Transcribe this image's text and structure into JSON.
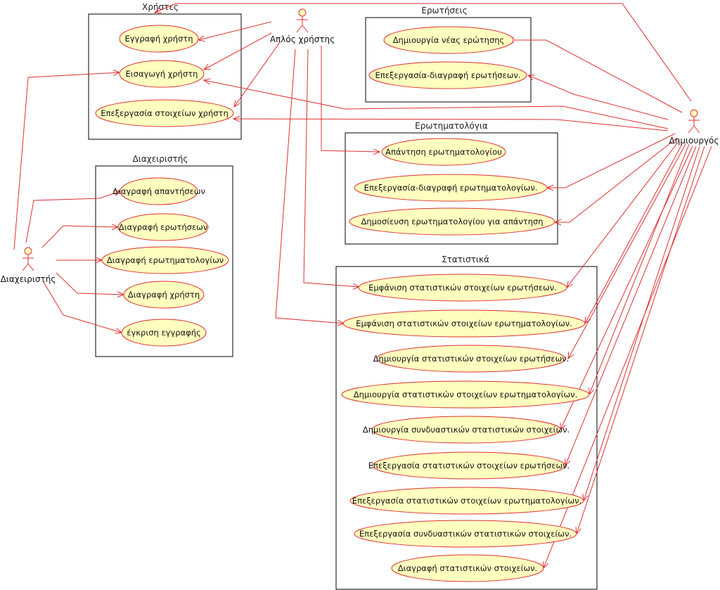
{
  "packages": [
    {
      "id": "users",
      "title": "Χρήστες"
    },
    {
      "id": "admin",
      "title": "Διαχειριστής"
    },
    {
      "id": "questions",
      "title": "Ερωτήσεις"
    },
    {
      "id": "questionnaires",
      "title": "Ερωτηματολόγια"
    },
    {
      "id": "stats",
      "title": "Στατιστικά"
    }
  ],
  "actors": [
    {
      "id": "simple",
      "label": "Απλός χρήστης"
    },
    {
      "id": "admin",
      "label": "Διαχειριστής"
    },
    {
      "id": "creator",
      "label": "Δημιουργός"
    }
  ],
  "use_cases": [
    {
      "id": "register",
      "label": "Εγγραφή χρήστη"
    },
    {
      "id": "login",
      "label": "Εισαγωγή χρήστη"
    },
    {
      "id": "edit_user",
      "label": "Επεξεργασία στοιχείων χρήστη"
    },
    {
      "id": "del_answers",
      "label": "Διαγραφή απαντήσεων"
    },
    {
      "id": "del_questions",
      "label": "Διαγραφή ερωτήσεων"
    },
    {
      "id": "del_questionnaires",
      "label": "Διαγραφή ερωτηματολογίων"
    },
    {
      "id": "del_user",
      "label": "Διαγραφή χρήστη"
    },
    {
      "id": "approve_reg",
      "label": "έγκριση εγγραφής"
    },
    {
      "id": "new_question",
      "label": "Δημιουργία νέας ερώτησης"
    },
    {
      "id": "edit_questions",
      "label": "Επεξεργασία-διαγραφή ερωτήσεων."
    },
    {
      "id": "answer_q",
      "label": "Απάντηση ερωτηματολογίου"
    },
    {
      "id": "edit_q",
      "label": "Επεξεργασία-διαγραφή ερωτηματολογίων."
    },
    {
      "id": "publish_q",
      "label": "Δημοσίευση ερωτηματολογίου για απάντηση"
    },
    {
      "id": "show_stats_q",
      "label": "Εμφάνιση στατιστικών στοιχείων ερωτήσεων."
    },
    {
      "id": "show_stats_qn",
      "label": "Εμφάνιση στατιστικών στοιχείων ερωτηματολογίων."
    },
    {
      "id": "create_stats_q",
      "label": "Δημιουργία στατιστικών στοιχείων ερωτήσεων."
    },
    {
      "id": "create_stats_qn",
      "label": "Δημιουργία στατιστικών στοιχείων ερωτηματολογίων."
    },
    {
      "id": "create_combined",
      "label": "Δημιουργία συνδυαστικών στατιστικών στοιχείων."
    },
    {
      "id": "edit_stats_q",
      "label": "Επεξεργασία στατιστικών στοιχείων ερωτήσεων."
    },
    {
      "id": "edit_stats_qn",
      "label": "Επεξεργασία στατιστικών στοιχείων ερωτηματολογίων."
    },
    {
      "id": "edit_combined",
      "label": "Επεξεργασία συνδυαστικών στατιστικών στοιχείων."
    },
    {
      "id": "del_stats",
      "label": "Διαγραφή στατιστικών στοιχείων."
    }
  ],
  "associations": [
    {
      "from": "simple",
      "to": "register"
    },
    {
      "from": "simple",
      "to": "login"
    },
    {
      "from": "simple",
      "to": "edit_user"
    },
    {
      "from": "simple",
      "to": "answer_q"
    },
    {
      "from": "simple",
      "to": "show_stats_q"
    },
    {
      "from": "simple",
      "to": "show_stats_qn"
    },
    {
      "from": "admin",
      "to": "login"
    },
    {
      "from": "admin",
      "to": "del_answers"
    },
    {
      "from": "admin",
      "to": "del_questions"
    },
    {
      "from": "admin",
      "to": "del_questionnaires"
    },
    {
      "from": "admin",
      "to": "del_user"
    },
    {
      "from": "admin",
      "to": "approve_reg"
    },
    {
      "from": "creator",
      "to": "register"
    },
    {
      "from": "creator",
      "to": "login"
    },
    {
      "from": "creator",
      "to": "edit_user"
    },
    {
      "from": "creator",
      "to": "new_question"
    },
    {
      "from": "creator",
      "to": "edit_questions"
    },
    {
      "from": "creator",
      "to": "edit_q"
    },
    {
      "from": "creator",
      "to": "publish_q"
    },
    {
      "from": "creator",
      "to": "show_stats_q"
    },
    {
      "from": "creator",
      "to": "show_stats_qn"
    },
    {
      "from": "creator",
      "to": "create_stats_q"
    },
    {
      "from": "creator",
      "to": "create_stats_qn"
    },
    {
      "from": "creator",
      "to": "create_combined"
    },
    {
      "from": "creator",
      "to": "edit_stats_q"
    },
    {
      "from": "creator",
      "to": "edit_stats_qn"
    },
    {
      "from": "creator",
      "to": "edit_combined"
    },
    {
      "from": "creator",
      "to": "del_stats"
    }
  ],
  "colors": {
    "line": "#e03030",
    "usecase_fill": "#ffffc0",
    "box_stroke": "#000000"
  }
}
